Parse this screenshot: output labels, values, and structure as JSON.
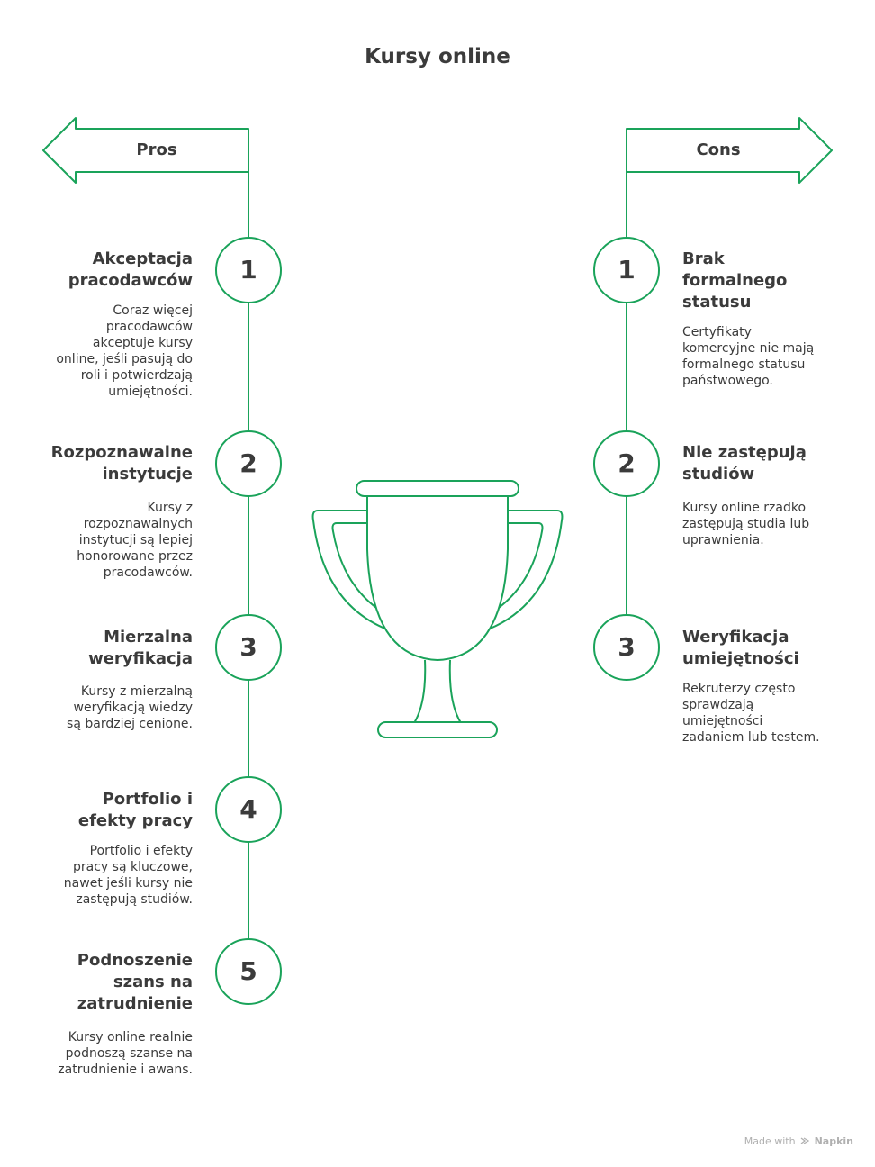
{
  "title": "Kursy online",
  "colors": {
    "line": "#1aa35a",
    "text": "#3b3b3b",
    "footer": "#b0b0b0"
  },
  "pros": {
    "label": "Pros",
    "items": [
      {
        "number": "1",
        "heading": "Akceptacja\npracodawców",
        "text": "Coraz więcej\npracodawców\nakceptuje kursy\nonline, jeśli pasują do\nroli i potwierdzają\numiejętności."
      },
      {
        "number": "2",
        "heading": "Rozpoznawalne\ninstytucje",
        "text": "Kursy z\nrozpoznawalnych\ninstytucji są lepiej\nhonorowane przez\npracodawców."
      },
      {
        "number": "3",
        "heading": "Mierzalna\nweryfikacja",
        "text": "Kursy z mierzalną\nweryfikacją wiedzy\nsą bardziej cenione."
      },
      {
        "number": "4",
        "heading": "Portfolio i\nefekty pracy",
        "text": "Portfolio i efekty\npracy są kluczowe,\nnawet jeśli kursy nie\nzastępują studiów."
      },
      {
        "number": "5",
        "heading": "Podnoszenie\nszans na\nzatrudnienie",
        "text": "Kursy online realnie\npodnoszą szanse na\nzatrudnienie i awans."
      }
    ]
  },
  "cons": {
    "label": "Cons",
    "items": [
      {
        "number": "1",
        "heading": "Brak\nformalnego\nstatusu",
        "text": "Certyfikaty\nkomercyjne nie mają\nformalnego statusu\npaństwowego."
      },
      {
        "number": "2",
        "heading": "Nie zastępują\nstudiów",
        "text": "Kursy online rzadko\nzastępują studia lub\nuprawnienia."
      },
      {
        "number": "3",
        "heading": "Weryfikacja\numiejętności",
        "text": "Rekruterzy często\nsprawdzają\numiejętności\nzadaniem lub testem."
      }
    ]
  },
  "footer": {
    "made_with": "Made with",
    "logo_icon": "napkin-logo-icon",
    "brand": "Napkin"
  }
}
